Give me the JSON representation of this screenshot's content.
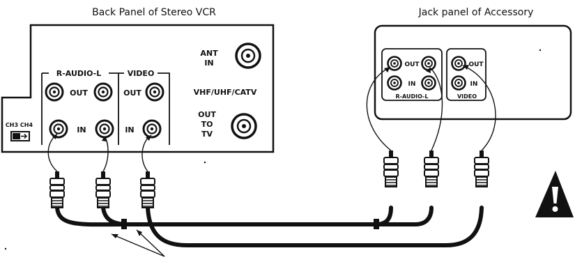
{
  "vcr": {
    "title": "Back Panel of Stereo VCR",
    "audio_group": "R-AUDIO-L",
    "video_group": "VIDEO",
    "out_label": "OUT",
    "in_label": "IN",
    "video_out_label": "OUT",
    "video_in_label": "IN",
    "ch3": "CH3",
    "ch4": "CH4",
    "ant_in_1": "ANT",
    "ant_in_2": "IN",
    "band": "VHF/UHF/CATV",
    "out_to_tv_1": "OUT",
    "out_to_tv_2": "TO",
    "out_to_tv_3": "TV"
  },
  "accessory": {
    "title": "Jack panel of Accessory",
    "out_label": "OUT",
    "in_label": "IN",
    "audio_group": "R-AUDIO-L",
    "video_out_label": "OUT",
    "video_in_label": "IN",
    "video_group": "VIDEO"
  },
  "icons": {
    "warning": "warning-icon",
    "jack": "rca-jack-icon",
    "plug": "rca-plug-icon"
  },
  "colors": {
    "ink": "#111111",
    "background": "#ffffff"
  }
}
